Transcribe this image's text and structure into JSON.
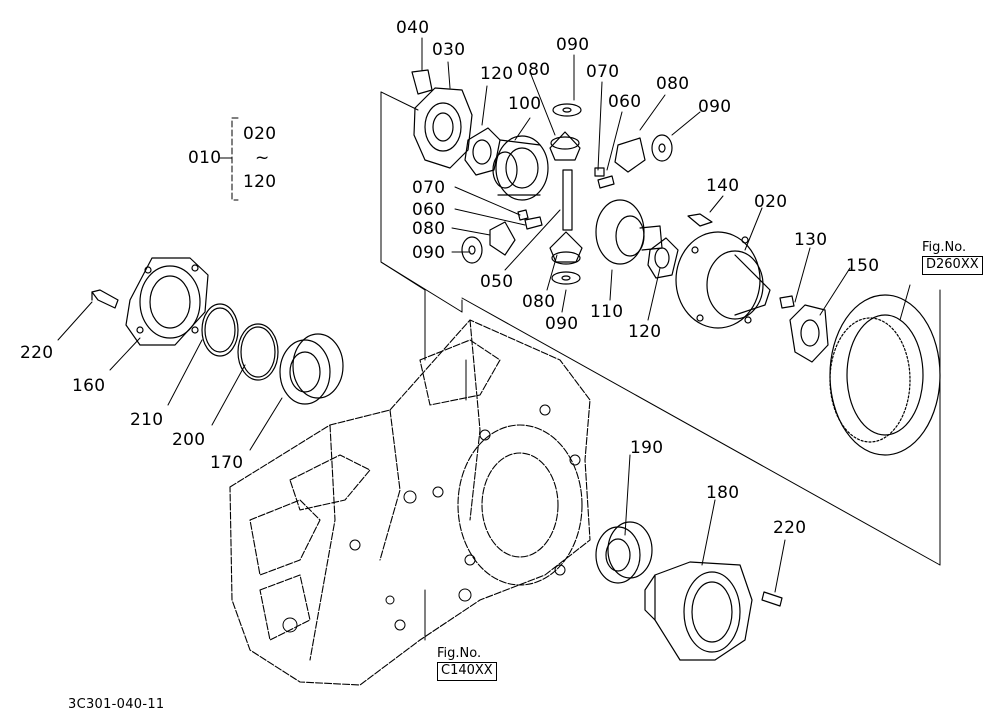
{
  "diagram": {
    "drawing_code": "3C301-040-11",
    "group_range": {
      "parent": "010",
      "from": "020",
      "tilde": "~",
      "to": "120"
    },
    "callouts": [
      {
        "id": "040",
        "label": "040"
      },
      {
        "id": "030",
        "label": "030"
      },
      {
        "id": "120a",
        "label": "120"
      },
      {
        "id": "080a",
        "label": "080"
      },
      {
        "id": "090a",
        "label": "090"
      },
      {
        "id": "070a",
        "label": "070"
      },
      {
        "id": "100",
        "label": "100"
      },
      {
        "id": "080b",
        "label": "080"
      },
      {
        "id": "060a",
        "label": "060"
      },
      {
        "id": "090b",
        "label": "090"
      },
      {
        "id": "070b",
        "label": "070"
      },
      {
        "id": "060b",
        "label": "060"
      },
      {
        "id": "080c",
        "label": "080"
      },
      {
        "id": "090c",
        "label": "090"
      },
      {
        "id": "140",
        "label": "140"
      },
      {
        "id": "020",
        "label": "020"
      },
      {
        "id": "050",
        "label": "050"
      },
      {
        "id": "080d",
        "label": "080"
      },
      {
        "id": "110",
        "label": "110"
      },
      {
        "id": "090d",
        "label": "090"
      },
      {
        "id": "120b",
        "label": "120"
      },
      {
        "id": "130",
        "label": "130"
      },
      {
        "id": "150",
        "label": "150"
      },
      {
        "id": "220a",
        "label": "220"
      },
      {
        "id": "160",
        "label": "160"
      },
      {
        "id": "210",
        "label": "210"
      },
      {
        "id": "200",
        "label": "200"
      },
      {
        "id": "170",
        "label": "170"
      },
      {
        "id": "190",
        "label": "190"
      },
      {
        "id": "180",
        "label": "180"
      },
      {
        "id": "220b",
        "label": "220"
      }
    ],
    "figure_refs": [
      {
        "id": "d260",
        "caption": "Fig.No.",
        "code": "D260XX"
      },
      {
        "id": "c140",
        "caption": "Fig.No.",
        "code": "C140XX"
      }
    ]
  }
}
